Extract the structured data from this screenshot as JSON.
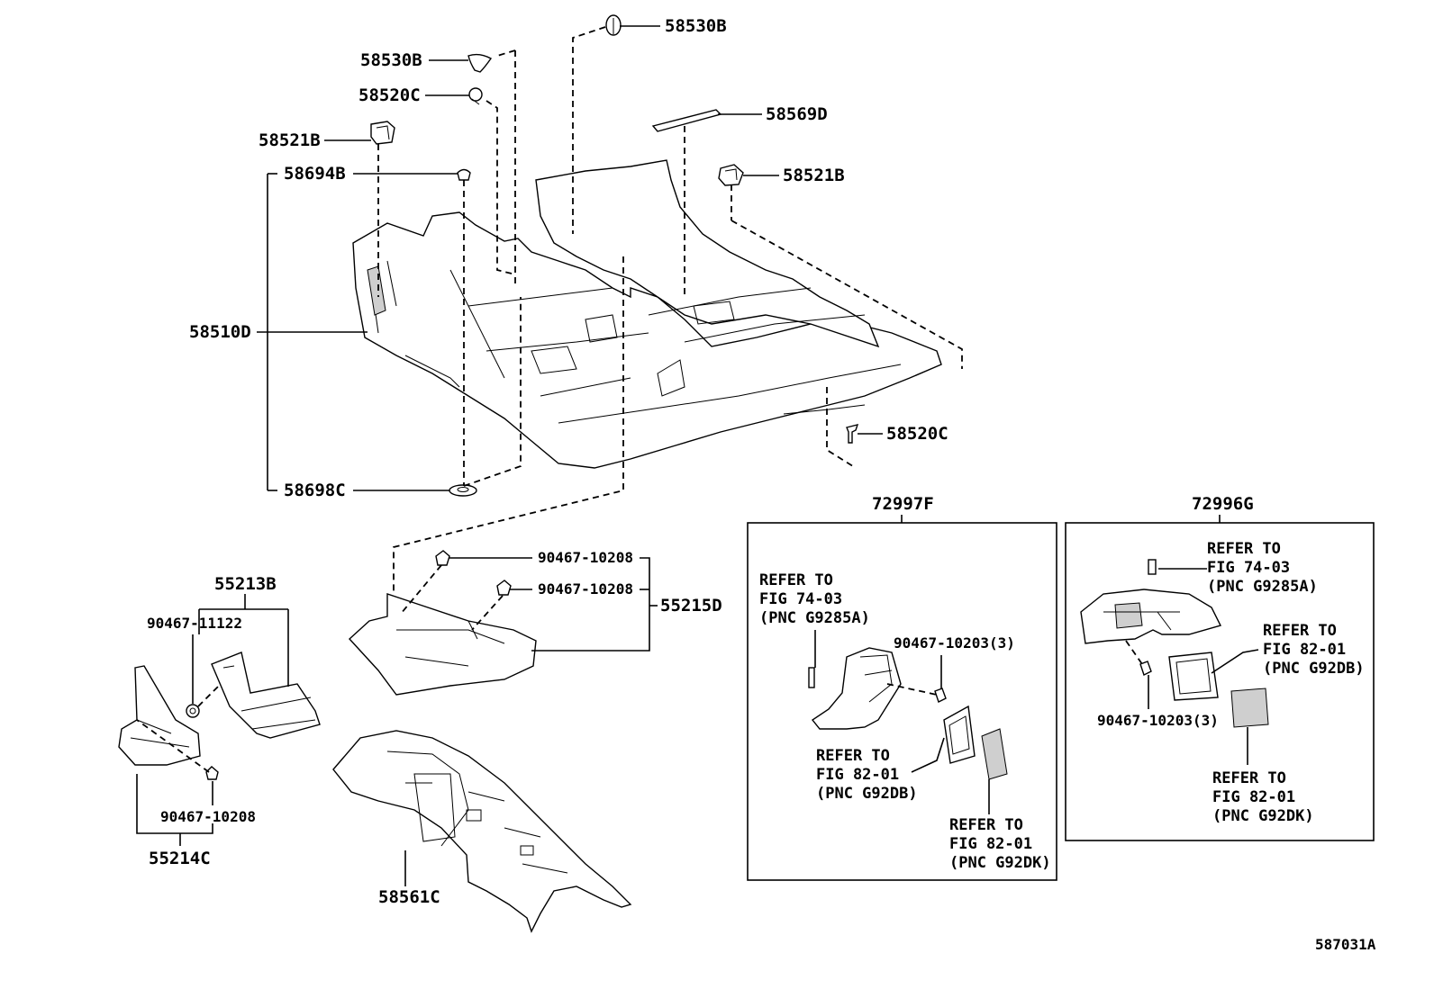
{
  "labels": {
    "p58530B_top": "58530B",
    "p58530B_left": "58530B",
    "p58520C_top": "58520C",
    "p58569D": "58569D",
    "p58521B_left": "58521B",
    "p58521B_right": "58521B",
    "p58694B": "58694B",
    "p58510D": "58510D",
    "p58520C_right": "58520C",
    "p58698C": "58698C",
    "p72997F": "72997F",
    "p72996G": "72996G",
    "p55213B": "55213B",
    "p90467_11122": "90467-11122",
    "p90467_10208_left": "90467-10208",
    "p55214C": "55214C",
    "p90467_10208_a": "90467-10208",
    "p90467_10208_b": "90467-10208",
    "p55215D": "55215D",
    "p58561C": "58561C",
    "p90467_10203_a": "90467-10203(3)",
    "p90467_10203_b": "90467-10203(3)",
    "figure_code": "587031A"
  },
  "notes": {
    "f_a": [
      "REFER TO",
      "FIG 74-03",
      "(PNC G9285A)"
    ],
    "f_b": [
      "REFER TO",
      "FIG 82-01",
      "(PNC G92DB)"
    ],
    "f_c": [
      "REFER TO",
      "FIG 82-01",
      "(PNC G92DK)"
    ],
    "g_a": [
      "REFER TO",
      "FIG 74-03",
      "(PNC G9285A)"
    ],
    "g_b": [
      "REFER TO",
      "FIG 82-01",
      "(PNC G92DB)"
    ],
    "g_c": [
      "REFER TO",
      "FIG 82-01",
      "(PNC G92DK)"
    ]
  }
}
